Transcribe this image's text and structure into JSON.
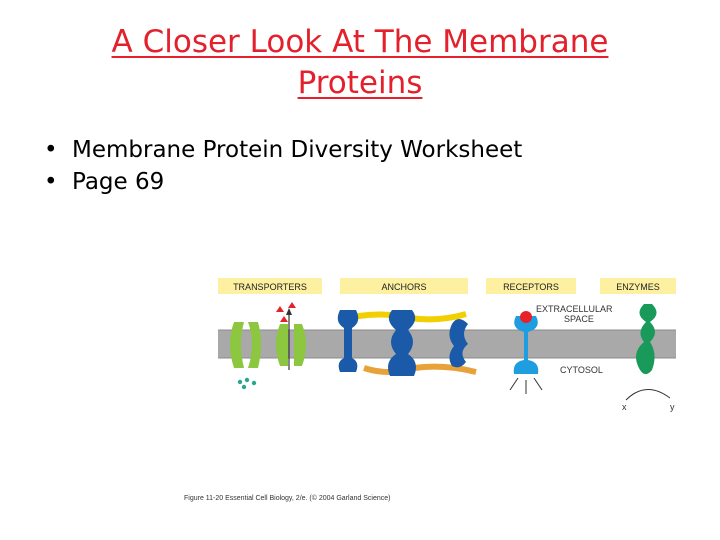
{
  "slide": {
    "title_line1": "A Closer Look At The Membrane",
    "title_line2": "Proteins",
    "bullets": [
      "Membrane Protein Diversity Worksheet",
      "Page 69"
    ]
  },
  "figure": {
    "category_labels": {
      "transporters": "TRANSPORTERS",
      "anchors": "ANCHORS",
      "receptors": "RECEPTORS",
      "enzymes": "ENZYMES"
    },
    "region_labels": {
      "extracellular_line1": "EXTRACELLULAR",
      "extracellular_line2": "SPACE",
      "cytosol": "CYTOSOL"
    },
    "reaction_labels": {
      "substrate": "x",
      "product": "y"
    },
    "caption": "Figure 11-20  Essential Cell Biology, 2/e. (© 2004 Garland Science)"
  },
  "colors": {
    "title": "#e3202b",
    "label_bar": "#fdf0a0",
    "membrane": "#a9a9a9",
    "transporter": "#8dc63f",
    "anchor_dark": "#1a5aa8",
    "anchor_link": "#f0d000",
    "anchor_lower": "#e8a23a",
    "receptor": "#1e9ee0",
    "ligand": "#e8202a",
    "enzyme": "#1a9a5a",
    "signal_dots": "#2aa690"
  }
}
